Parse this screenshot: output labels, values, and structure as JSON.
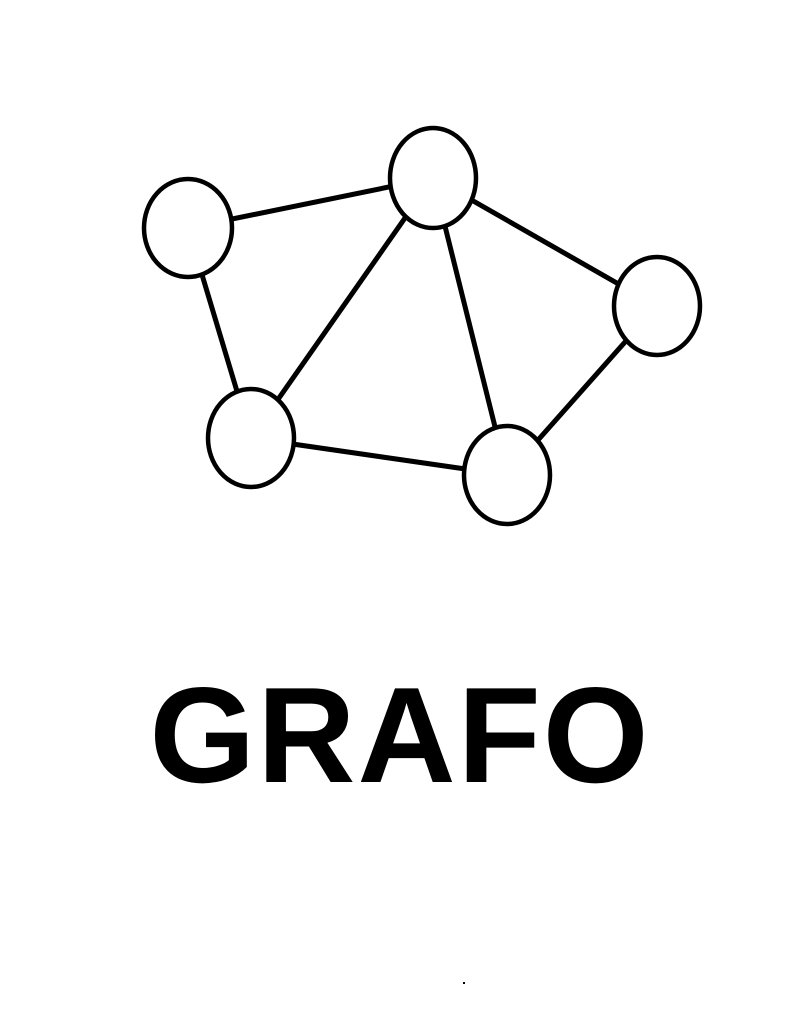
{
  "title": "GRAFO",
  "colors": {
    "background": "#ffffff",
    "ink": "#000000"
  },
  "graph": {
    "nodes": [
      "n1",
      "n2",
      "n3",
      "n4",
      "n5"
    ],
    "edges": [
      [
        "n1",
        "n2"
      ],
      [
        "n1",
        "n4"
      ],
      [
        "n2",
        "n4"
      ],
      [
        "n2",
        "n5"
      ],
      [
        "n2",
        "n3"
      ],
      [
        "n3",
        "n5"
      ],
      [
        "n4",
        "n5"
      ]
    ]
  }
}
